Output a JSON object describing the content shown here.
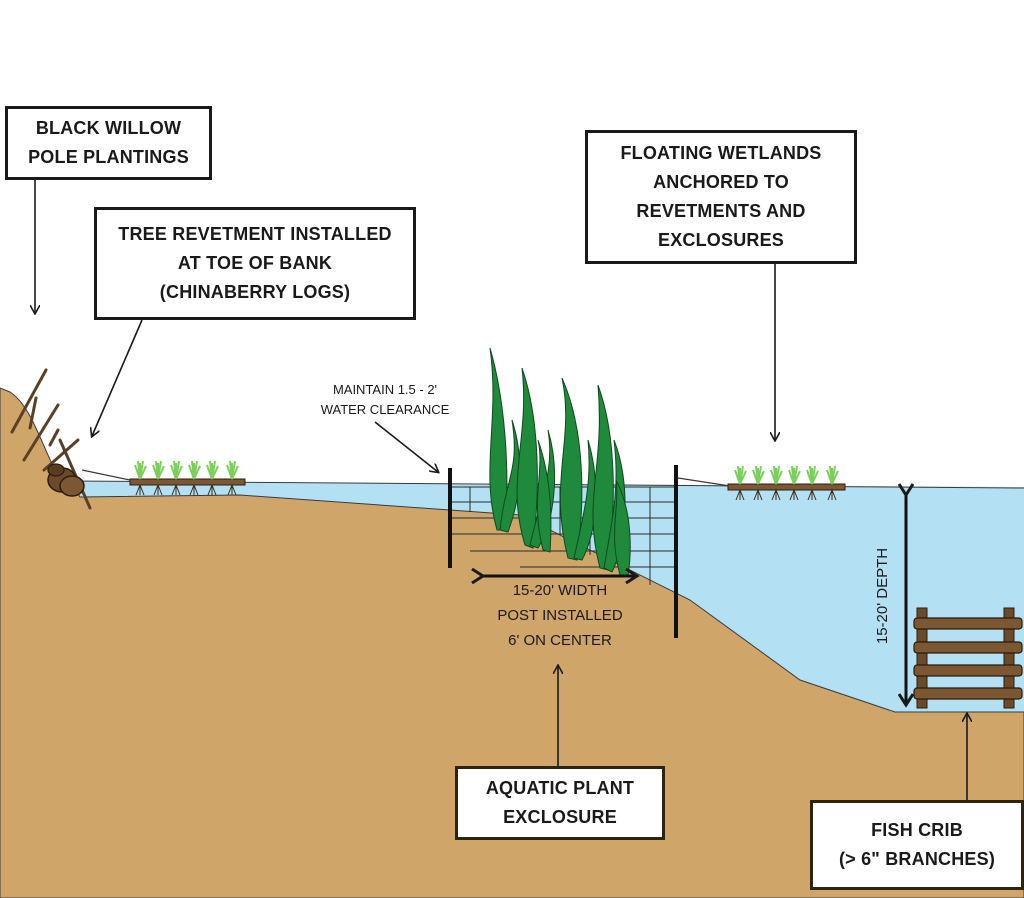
{
  "labels": {
    "black_willow": [
      "BLACK WILLOW",
      "POLE PLANTINGS"
    ],
    "tree_revetment": [
      "TREE REVETMENT INSTALLED",
      "AT TOE OF BANK",
      "(CHINABERRY LOGS)"
    ],
    "floating_wetlands": [
      "FLOATING WETLANDS",
      "ANCHORED TO",
      "REVETMENTS AND",
      "EXCLOSURES"
    ],
    "aquatic_plant": [
      "AQUATIC PLANT",
      "EXCLOSURE"
    ],
    "fish_crib": [
      "FISH CRIB",
      "(> 6\" BRANCHES)"
    ]
  },
  "notes": {
    "clearance": [
      "MAINTAIN 1.5 - 2'",
      "WATER CLEARANCE"
    ],
    "width": [
      "15-20' WIDTH",
      "POST INSTALLED",
      "6' ON CENTER"
    ],
    "depth": "15-20' DEPTH"
  },
  "colors": {
    "soil": "#cfa56a",
    "water": "#b3e1f3",
    "plant": "#1f8a3c",
    "plant_light": "#7bcf5b",
    "wood": "#6b4a2b",
    "ink": "#1a1a1a"
  }
}
